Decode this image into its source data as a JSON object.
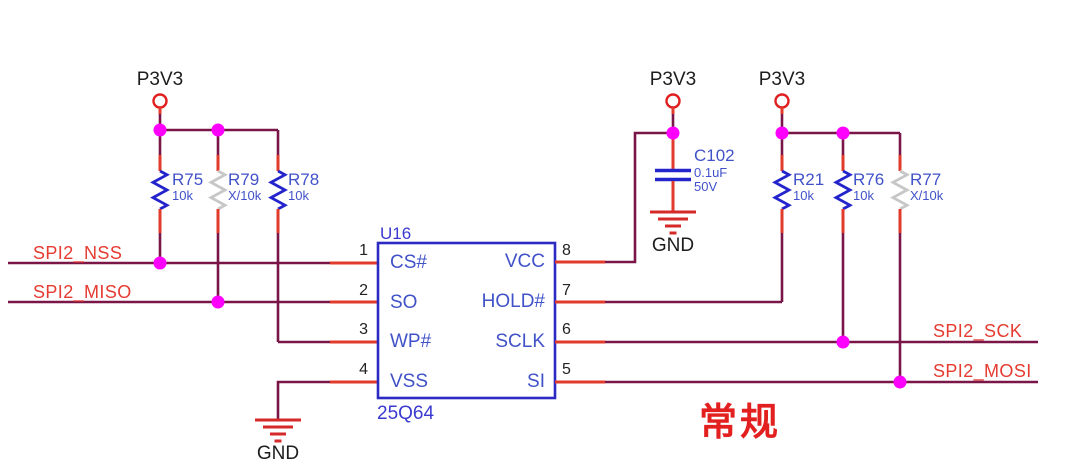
{
  "power_labels": {
    "left": "P3V3",
    "mid": "P3V3",
    "right": "P3V3"
  },
  "ground_labels": {
    "left": "GND",
    "mid": "GND"
  },
  "chip": {
    "refdes": "U16",
    "part": "25Q64",
    "pins": {
      "p1": {
        "num": "1",
        "name": "CS#"
      },
      "p2": {
        "num": "2",
        "name": "SO"
      },
      "p3": {
        "num": "3",
        "name": "WP#"
      },
      "p4": {
        "num": "4",
        "name": "VSS"
      },
      "p5": {
        "num": "5",
        "name": "SI"
      },
      "p6": {
        "num": "6",
        "name": "SCLK"
      },
      "p7": {
        "num": "7",
        "name": "HOLD#"
      },
      "p8": {
        "num": "8",
        "name": "VCC"
      }
    }
  },
  "resistors": {
    "r75": {
      "ref": "R75",
      "val": "10k"
    },
    "r79": {
      "ref": "R79",
      "val": "X/10k"
    },
    "r78": {
      "ref": "R78",
      "val": "10k"
    },
    "r21": {
      "ref": "R21",
      "val": "10k"
    },
    "r76": {
      "ref": "R76",
      "val": "10k"
    },
    "r77": {
      "ref": "R77",
      "val": "X/10k"
    }
  },
  "capacitor": {
    "ref": "C102",
    "val": "0.1uF",
    "volt": "50V"
  },
  "net_labels": {
    "nss": "SPI2_NSS",
    "miso": "SPI2_MISO",
    "sck": "SPI2_SCK",
    "mosi": "SPI2_MOSI"
  },
  "annotation": {
    "label": "常规"
  },
  "colors": {
    "wire": "#7a1547",
    "pin_red": "#e23b2b",
    "component_blue": "#2424cc",
    "not_installed_gray": "#c7c7c7",
    "junction_magenta": "#ff00ff",
    "net_label_red": "#e53b31",
    "annotation_red": "#e32020",
    "text_black": "#1d1d1d"
  }
}
